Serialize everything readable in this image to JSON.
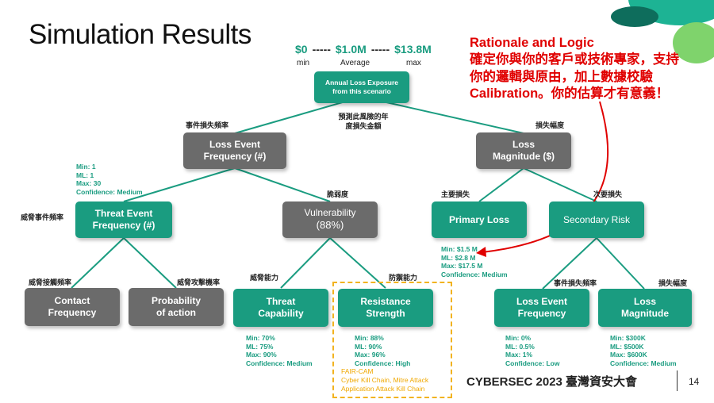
{
  "slide": {
    "title": "Simulation Results",
    "page_number": "14",
    "footer_brand": "CYBERSEC 2023 臺灣資安大會"
  },
  "range": {
    "min_value": "$0",
    "sep1": "-----",
    "avg_value": "$1.0M",
    "sep2": "-----",
    "max_value": "$13.8M",
    "min_label": "min",
    "avg_label": "Average",
    "max_label": "max"
  },
  "callout": {
    "title": "Rationale and Logic",
    "line1": "確定你與你的客戶或技術專家，支持",
    "line2": "你的邏輯與原由，加上數據校驗",
    "line3": "Calibration。你的估算才有意義！"
  },
  "nodes": {
    "root": "Annual Loss Exposure\nfrom this scenario",
    "lef": "Loss Event\nFrequency (#)",
    "lm": "Loss\nMagnitude ($)",
    "tef": "Threat Event\nFrequency (#)",
    "vuln": "Vulnerability",
    "vuln_value": "(88%)",
    "primary": "Primary Loss",
    "secondary": "Secondary Risk",
    "contact": "Contact\nFrequency",
    "poa": "Probability\nof action",
    "tcap": "Threat\nCapability",
    "rs": "Resistance\nStrength",
    "slef": "Loss Event\nFrequency",
    "slm": "Loss\nMagnitude"
  },
  "labels": {
    "root_sub": "預測此風險的年\n度損失金額",
    "lef": "事件損失頻率",
    "lm": "損失幅度",
    "tef": "威脅事件頻率",
    "vuln": "脆弱度",
    "primary": "主要損失",
    "secondary": "次要損失",
    "contact": "威脅接觸頻率",
    "poa": "威脅攻擊機率",
    "tcap": "威脅能力",
    "rs": "防禦能力",
    "slef": "事件損失頻率",
    "slm": "損失幅度"
  },
  "stats": {
    "tef": "Min: 1\nML: 1\nMax: 30\nConfidence: Medium",
    "primary": "Min: $1.5 M\nML: $2.8 M\nMax: $17.5 M\nConfidence: Medium",
    "tcap": "Min: 70%\nML: 75%\nMax: 90%\nConfidence: Medium",
    "rs": "Min: 88%\nML: 90%\nMax: 96%\nConfidence: High",
    "slef": "Min: 0%\nML: 0.5%\nMax: 1%\nConfidence: Low",
    "slm": "Min: $300K\nML: $500K\nMax: $600K\nConfidence: Medium"
  },
  "frameworks": "FAIR-CAM\nCyber Kill Chain, Mitre Attack\nApplication Attack Kill Chain",
  "colors": {
    "green": "#1a9c80",
    "gray": "#6b6b6b",
    "red": "#e00000",
    "orange": "#f2b320"
  }
}
